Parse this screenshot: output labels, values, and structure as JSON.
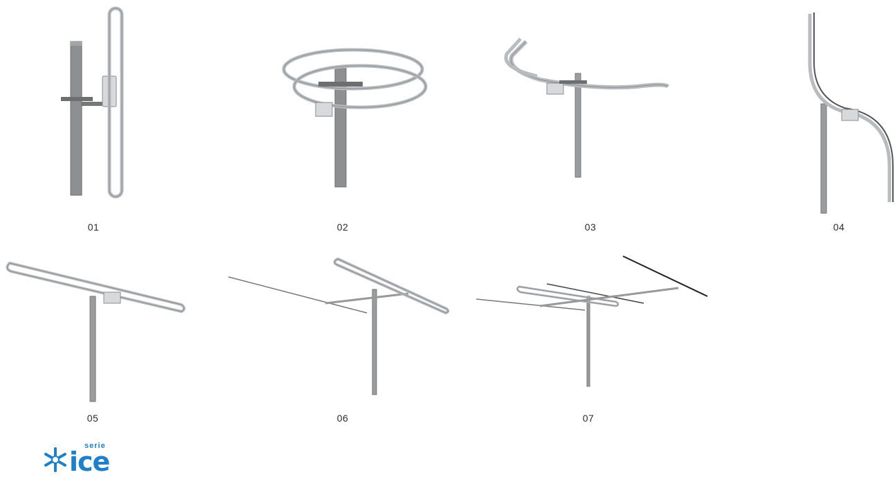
{
  "colors": {
    "pole": "#8d8f91",
    "pole_dark": "#6c6e70",
    "element": "#b9bcbf",
    "element_dark": "#8a8d90",
    "box": "#d7d9db",
    "logo_blue": "#1f7fc8"
  },
  "products": [
    {
      "label": "01",
      "icon": "vertical-folded-dipole-antenna-icon"
    },
    {
      "label": "02",
      "icon": "double-ring-omni-antenna-icon"
    },
    {
      "label": "03",
      "icon": "ring-omni-antenna-icon"
    },
    {
      "label": "04",
      "icon": "s-curve-dipole-antenna-icon"
    },
    {
      "label": "05",
      "icon": "horizontal-folded-dipole-antenna-icon"
    },
    {
      "label": "06",
      "icon": "two-element-yagi-antenna-icon"
    },
    {
      "label": "07",
      "icon": "four-element-yagi-antenna-icon"
    }
  ],
  "logo": {
    "word": "ice",
    "serie": "serie"
  }
}
